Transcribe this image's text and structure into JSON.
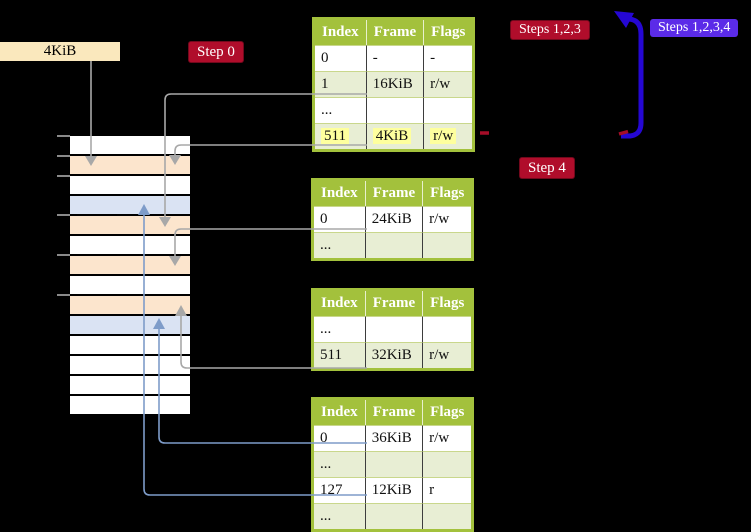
{
  "labels": {
    "frame_size": "4KiB",
    "step0": "Step 0",
    "steps123": "Steps 1,2,3",
    "steps1234": "Steps 1,2,3,4",
    "step4": "Step 4"
  },
  "colors": {
    "header_green": "#a3c13c",
    "row_green": "#e8eed4",
    "hl_yellow": "#feff9e",
    "peach": "#fce5cd",
    "blue_row": "#dae3f3",
    "gray_line": "#a8a8a8",
    "blue_line": "#7e9cc9",
    "loop_blue": "#2507d3",
    "crimson": "#b00d2b",
    "crimson_dark": "#a50d28",
    "violet": "#5b2be8",
    "beige": "#fae8bd"
  },
  "page_tables": [
    {
      "name": "page-table-1",
      "columns": [
        "Index",
        "Frame",
        "Flags"
      ],
      "rows": [
        {
          "cells": [
            "0",
            "-",
            "-"
          ],
          "alt": false,
          "highlight": false
        },
        {
          "cells": [
            "1",
            "16KiB",
            "r/w"
          ],
          "alt": true,
          "highlight": false
        },
        {
          "cells": [
            "...",
            "",
            ""
          ],
          "alt": false,
          "highlight": false
        },
        {
          "cells": [
            "511",
            "4KiB",
            "r/w"
          ],
          "alt": true,
          "highlight": true
        }
      ]
    },
    {
      "name": "page-table-2",
      "columns": [
        "Index",
        "Frame",
        "Flags"
      ],
      "rows": [
        {
          "cells": [
            "0",
            "24KiB",
            "r/w"
          ],
          "alt": false,
          "highlight": false
        },
        {
          "cells": [
            "...",
            "",
            ""
          ],
          "alt": true,
          "highlight": false
        }
      ]
    },
    {
      "name": "page-table-3",
      "columns": [
        "Index",
        "Frame",
        "Flags"
      ],
      "rows": [
        {
          "cells": [
            "...",
            "",
            ""
          ],
          "alt": false,
          "highlight": false
        },
        {
          "cells": [
            "511",
            "32KiB",
            "r/w"
          ],
          "alt": true,
          "highlight": false
        }
      ]
    },
    {
      "name": "page-table-4",
      "columns": [
        "Index",
        "Frame",
        "Flags"
      ],
      "rows": [
        {
          "cells": [
            "0",
            "36KiB",
            "r/w"
          ],
          "alt": false,
          "highlight": false
        },
        {
          "cells": [
            "...",
            "",
            ""
          ],
          "alt": true,
          "highlight": false
        },
        {
          "cells": [
            "127",
            "12KiB",
            "r"
          ],
          "alt": false,
          "highlight": false
        },
        {
          "cells": [
            "...",
            "",
            ""
          ],
          "alt": true,
          "highlight": false
        }
      ]
    }
  ],
  "memory": {
    "rows": [
      "white",
      "peach",
      "white",
      "blue",
      "peach",
      "white",
      "peach",
      "white",
      "peach",
      "blue",
      "white",
      "white",
      "white",
      "white"
    ],
    "ticks": [
      0,
      1,
      2,
      4,
      6,
      8
    ]
  },
  "connections": [
    {
      "from": "4KiB label",
      "to": "memory frame 4-8KiB",
      "style": "gray"
    },
    {
      "from": "page-table-1 index 1 (16KiB)",
      "to": "memory frame 16-20KiB",
      "style": "gray"
    },
    {
      "from": "page-table-1 index 511 (4KiB)",
      "to": "memory frame 4-8KiB",
      "style": "gray"
    },
    {
      "from": "page-table-2 index 0 (24KiB)",
      "to": "memory frame 24-28KiB",
      "style": "gray"
    },
    {
      "from": "page-table-3 index 511 (32KiB)",
      "to": "memory frame 32-36KiB",
      "style": "gray"
    },
    {
      "from": "page-table-4 index 0 (36KiB)",
      "to": "memory frame 36-40KiB",
      "style": "blue"
    },
    {
      "from": "page-table-4 index 127 (12KiB)",
      "to": "memory frame 12-16KiB",
      "style": "blue"
    },
    {
      "from": "page-table-1 row 511",
      "to": "page-table-1 top (recursive loop)",
      "style": "loop-blue"
    }
  ]
}
